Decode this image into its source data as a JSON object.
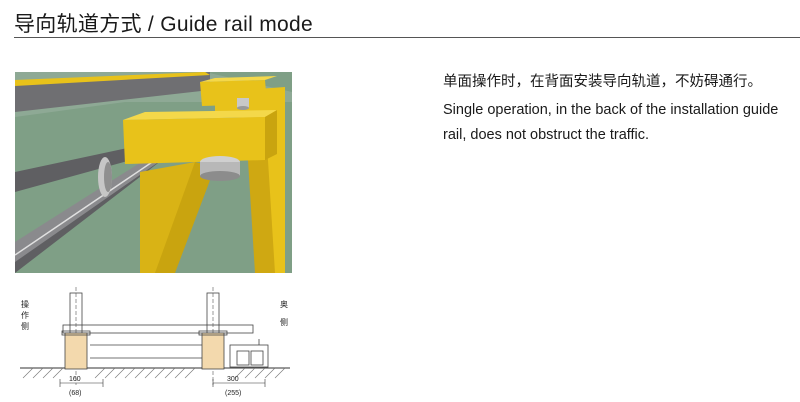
{
  "header": {
    "title": "导向轨道方式 / Guide rail  mode"
  },
  "description": {
    "chinese": "单面操作时，在背面安装导向轨道，不妨碍通行。",
    "english": "Single operation, in the back of the installation guide rail, does not obstruct the traffic."
  },
  "diagram": {
    "left_side_label": [
      "操",
      "作",
      "侧"
    ],
    "right_side_label": [
      "奥",
      "侧"
    ],
    "dim_left_main": "160",
    "dim_left_sub": "(68)",
    "dim_right_main": "300",
    "dim_right_sub": "(255)"
  },
  "colors": {
    "rail_yellow": "#e8c21a",
    "floor_green": "#7f9f86",
    "steel_gray": "#6f6f72"
  }
}
